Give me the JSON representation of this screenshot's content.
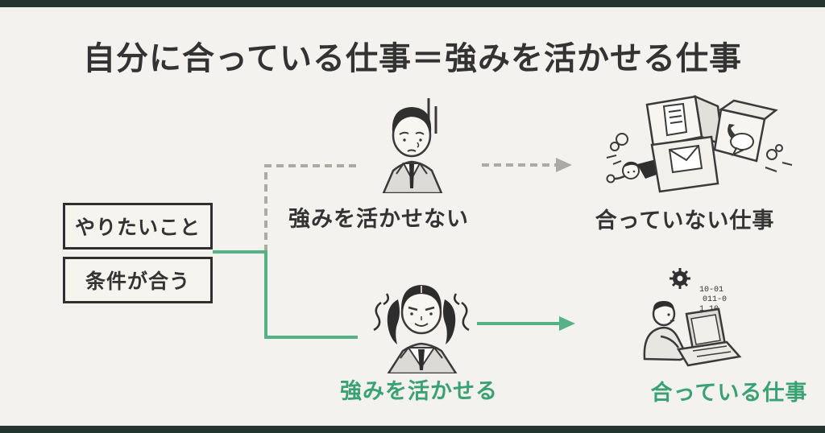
{
  "page": {
    "background_color": "#f4f2ee",
    "frame_bar_color": "#24342e"
  },
  "title": {
    "text": "自分に合っている仕事＝強みを活かせる仕事",
    "color": "#333333"
  },
  "source_boxes": {
    "box1": {
      "label": "やりたいこと"
    },
    "box2": {
      "label": "条件が合う"
    }
  },
  "branch_top": {
    "label": "強みを活かせない",
    "result_label": "合っていない仕事",
    "line_style": "dashed",
    "line_color": "#ababa4",
    "text_color": "#333333",
    "person_illustration": "dejected-businessman",
    "result_illustration": "worker-crushed-by-task-blocks"
  },
  "branch_bottom": {
    "label": "強みを活かせる",
    "result_label": "合っている仕事",
    "line_style": "solid",
    "line_color": "#55b287",
    "text_color": "#3aa173",
    "person_illustration": "confident-businesswoman",
    "result_illustration": "person-working-on-laptop"
  }
}
